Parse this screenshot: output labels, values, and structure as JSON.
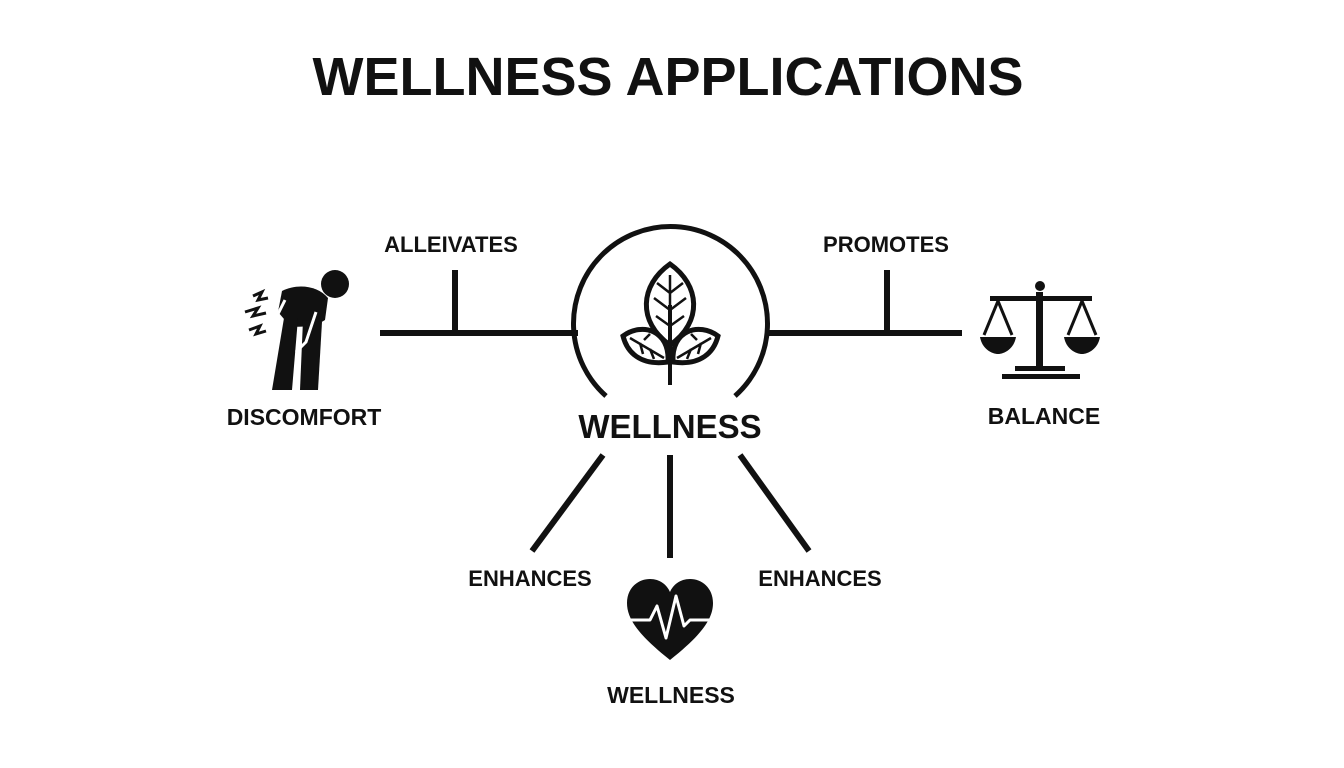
{
  "title": "WELLNESS APPLICATIONS",
  "center": {
    "label": "WELLNESS",
    "icon": "leaf-sprout-icon"
  },
  "nodes": {
    "left": {
      "label": "DISCOMFORT",
      "icon": "back-pain-person-icon"
    },
    "right": {
      "label": "BALANCE",
      "icon": "balance-scale-icon"
    },
    "bottom": {
      "label": "WELLNESS",
      "icon": "heart-pulse-icon"
    }
  },
  "edges": {
    "left": "ALLEIVATES",
    "right": "PROMOTES",
    "bottom_left": "ENHANCES",
    "bottom_right": "ENHANCES"
  },
  "colors": {
    "ink": "#111111",
    "background": "#ffffff"
  }
}
